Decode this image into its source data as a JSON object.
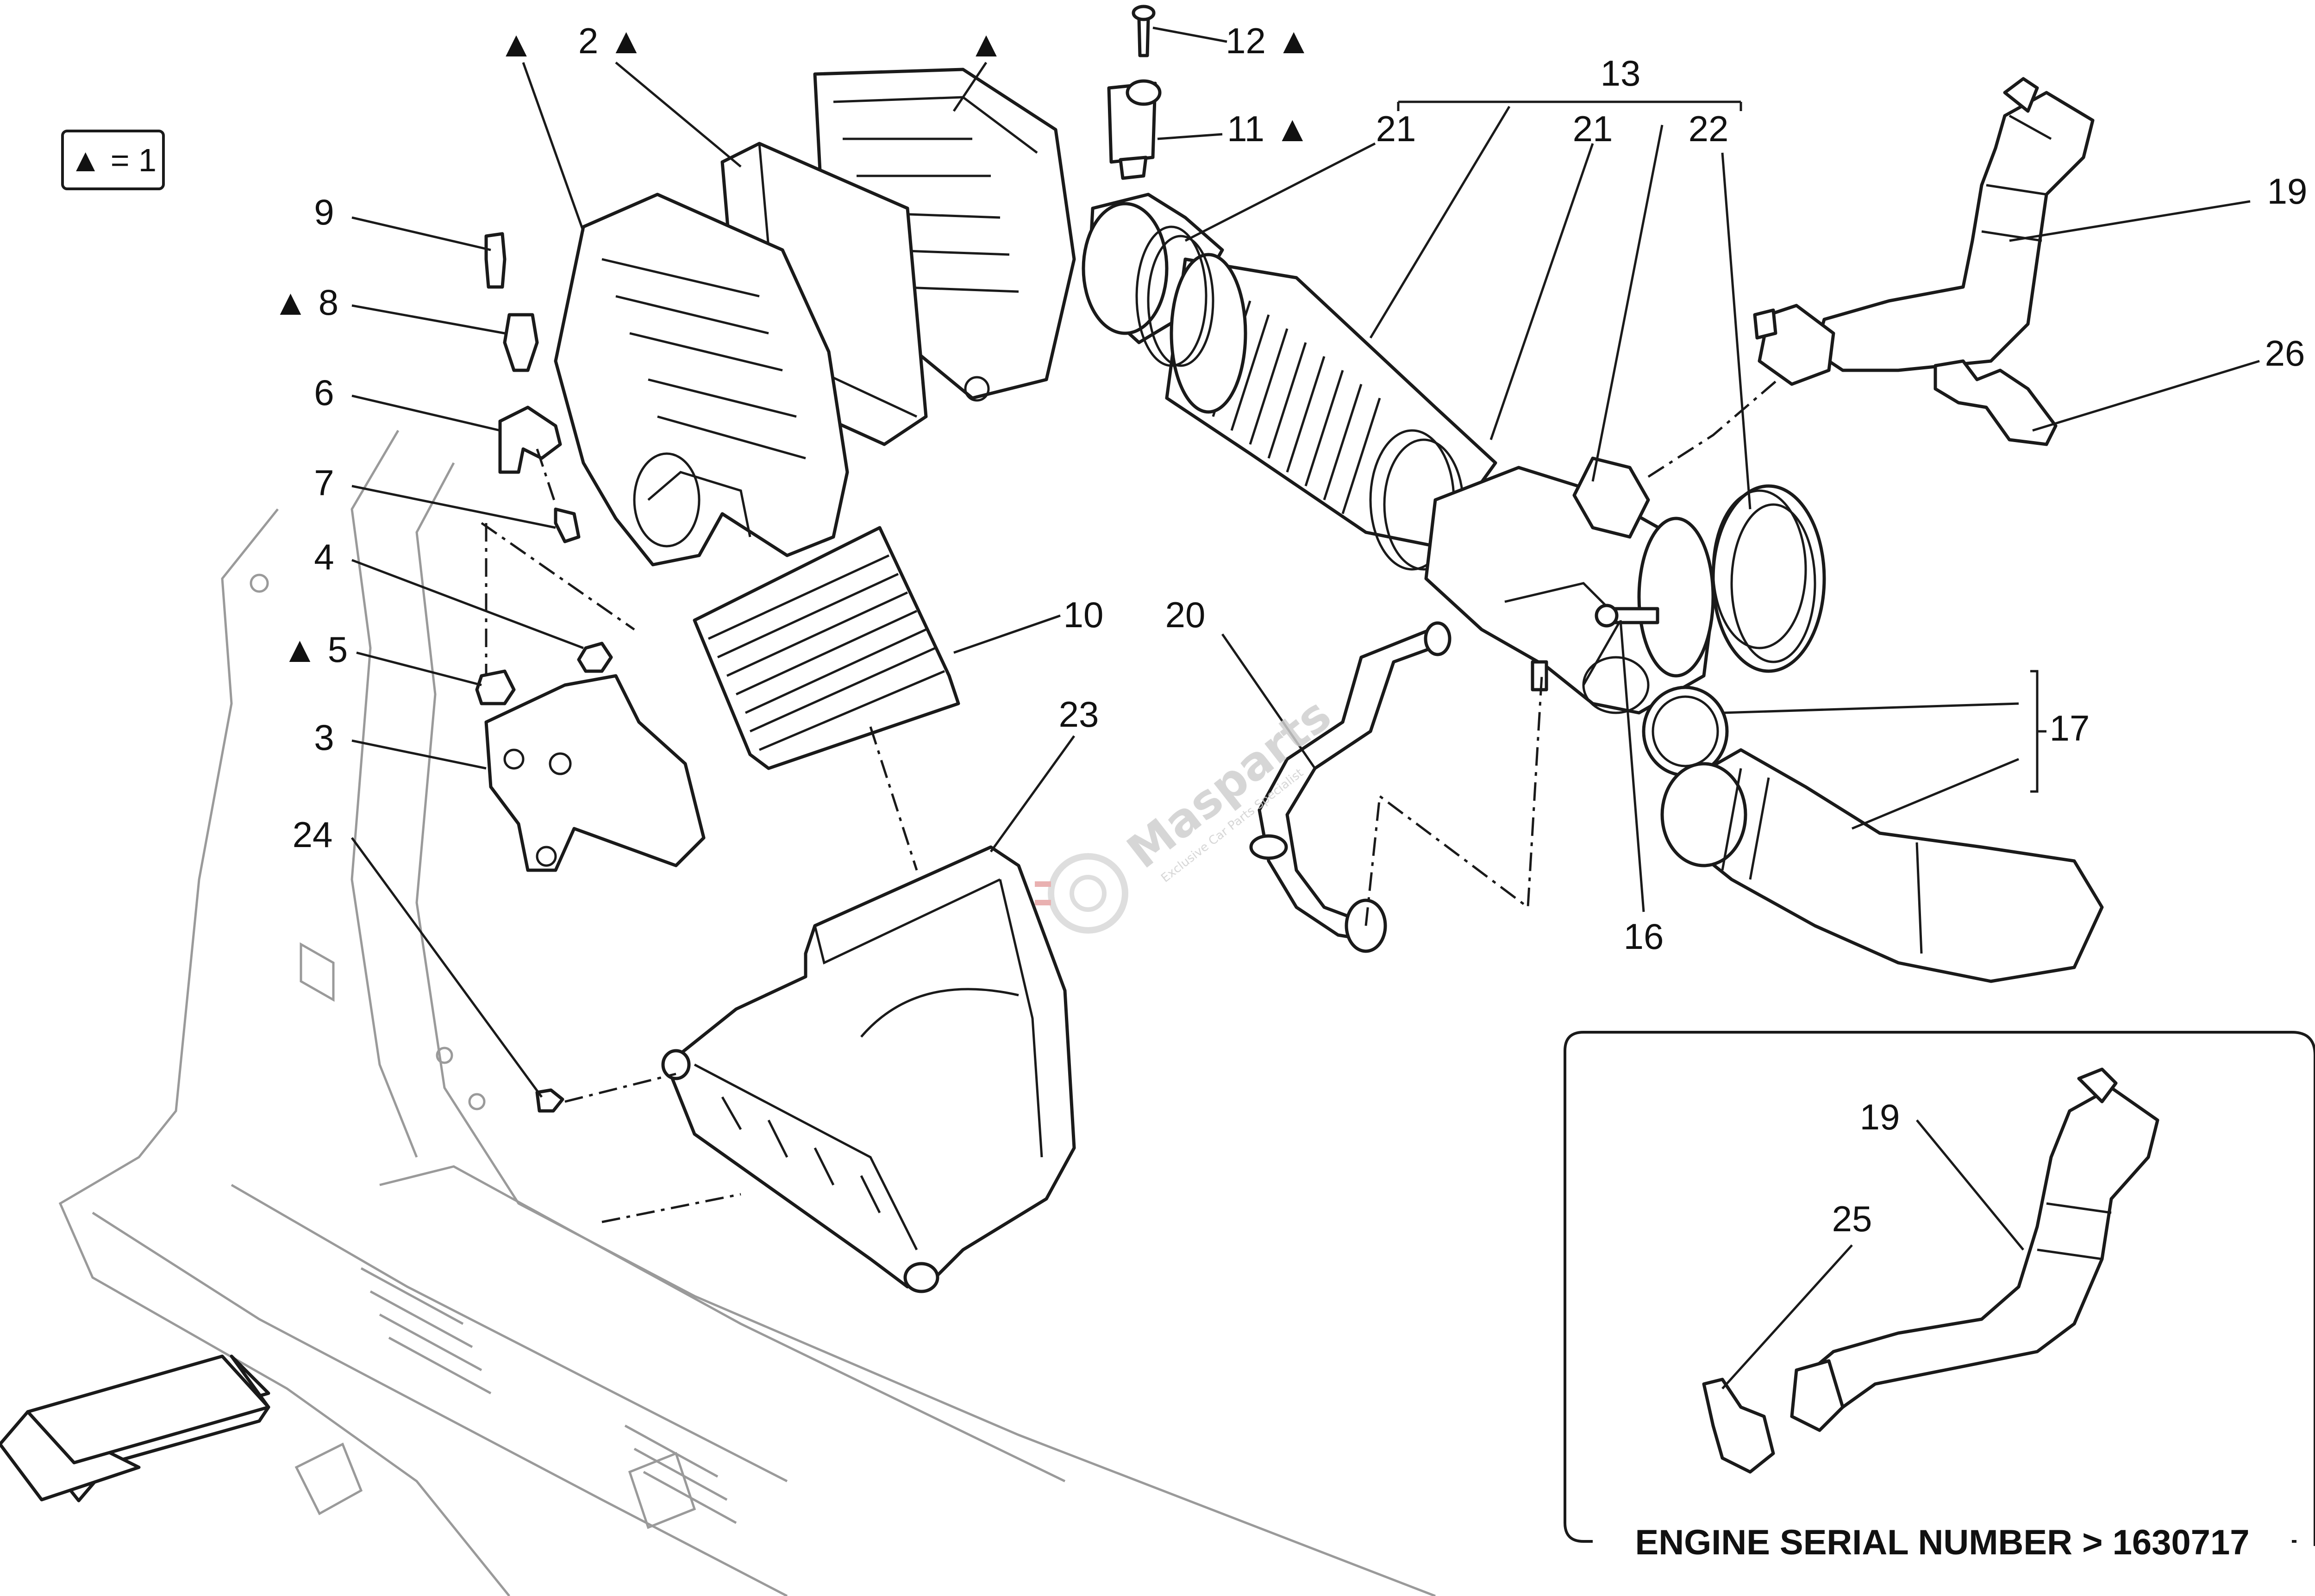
{
  "diagram": {
    "legend": {
      "text": "▲ = 1"
    },
    "labels": {
      "l1": "▲",
      "l2": "2 ▲",
      "l3": "▲",
      "l12": "12 ▲",
      "l11": "11 ▲",
      "l21a": "21",
      "l13": "13",
      "l21b": "21",
      "l22": "22",
      "l19": "19",
      "l26": "26",
      "l9": "9",
      "l8": "▲ 8",
      "l6": "6",
      "l7": "7",
      "l4": "4",
      "l5": "▲ 5",
      "l3num": "3",
      "l24": "24",
      "l10": "10",
      "l20": "20",
      "l23": "23",
      "l17": "17",
      "l16": "16",
      "l19b": "19",
      "l25": "25"
    },
    "inset_banner": "ENGINE SERIAL NUMBER > 1630717",
    "watermark": {
      "brand": "Masparts",
      "tagline": "Exclusive Car Parts Specialist"
    }
  }
}
